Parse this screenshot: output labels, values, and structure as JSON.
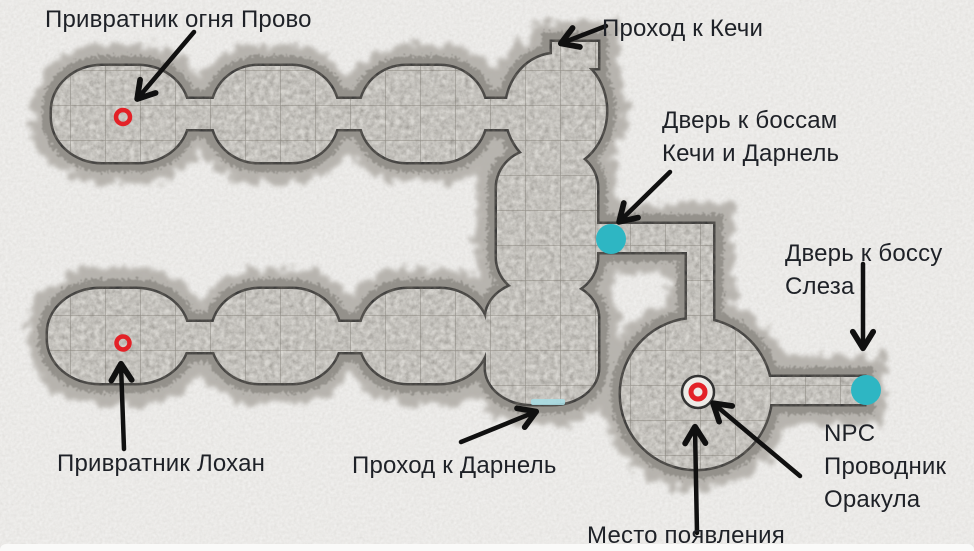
{
  "map": {
    "annotations": {
      "provo": "Привратник огня Прово",
      "kechi_passage": "Проход к Кечи",
      "boss_door_line1": "Дверь к боссам",
      "boss_door_line2": "Кечи и Дарнель",
      "sleza_door_line1": "Дверь к боссу",
      "sleza_door_line2": "Слеза",
      "lohan": "Привратник Лохан",
      "darnel_passage": "Проход к Дарнель",
      "npc_line1": "NPC",
      "npc_line2": "Проводник",
      "npc_line3": "Оракула",
      "spawn": "Место появления"
    },
    "markers": [
      {
        "id": "provo-gatekeeper-marker",
        "type": "red-ring"
      },
      {
        "id": "lohan-gatekeeper-marker",
        "type": "red-ring"
      },
      {
        "id": "oracle-guide-spawn-marker",
        "type": "red-ring"
      },
      {
        "id": "boss-door-kechi-darnel",
        "type": "door-dot"
      },
      {
        "id": "boss-door-sleza",
        "type": "door-dot"
      }
    ],
    "colors": {
      "door_marker": "#2eb6c3",
      "npc_marker": "#e32127",
      "annotation_text": "#1e2127",
      "arrow": "#101010"
    }
  }
}
